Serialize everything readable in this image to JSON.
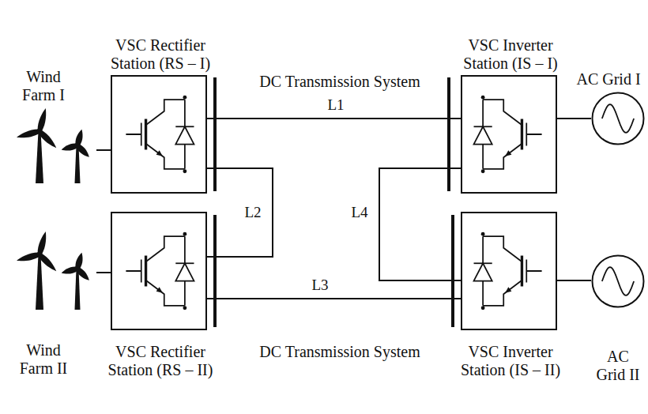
{
  "diagram": {
    "nodes": [
      {
        "text": [
          "Wind Farm I"
        ]
      },
      {
        "text": [
          "VSC Rectifier Station (RS – I)"
        ]
      },
      {
        "text": [
          "VSC Inverter Station (IS – I)"
        ]
      },
      {
        "text": [
          "AC Grid I"
        ]
      },
      {
        "text": [
          "Wind Farm II"
        ]
      },
      {
        "text": [
          "VSC Rectifier Station (RS – II)"
        ]
      },
      {
        "text": [
          "VSC Inverter Station (IS – II)"
        ]
      },
      {
        "text": [
          "AC Grid II"
        ]
      }
    ],
    "edges": [
      {
        "from": 0,
        "to": 1,
        "arrow": "none"
      },
      {
        "from": 1,
        "to": 2,
        "label": "L1",
        "arrow": "none"
      },
      {
        "from": 1,
        "to": 5,
        "label": "L2",
        "arrow": "none"
      },
      {
        "from": 5,
        "to": 6,
        "label": "L3",
        "arrow": "none"
      },
      {
        "from": 2,
        "to": 6,
        "label": "L4",
        "arrow": "none"
      },
      {
        "from": 2,
        "to": 3,
        "arrow": "none"
      },
      {
        "from": 4,
        "to": 5,
        "arrow": "none"
      },
      {
        "from": 6,
        "to": 7,
        "arrow": "none"
      }
    ],
    "labels": [
      "DC Transmission System",
      "DC Transmission System"
    ]
  }
}
